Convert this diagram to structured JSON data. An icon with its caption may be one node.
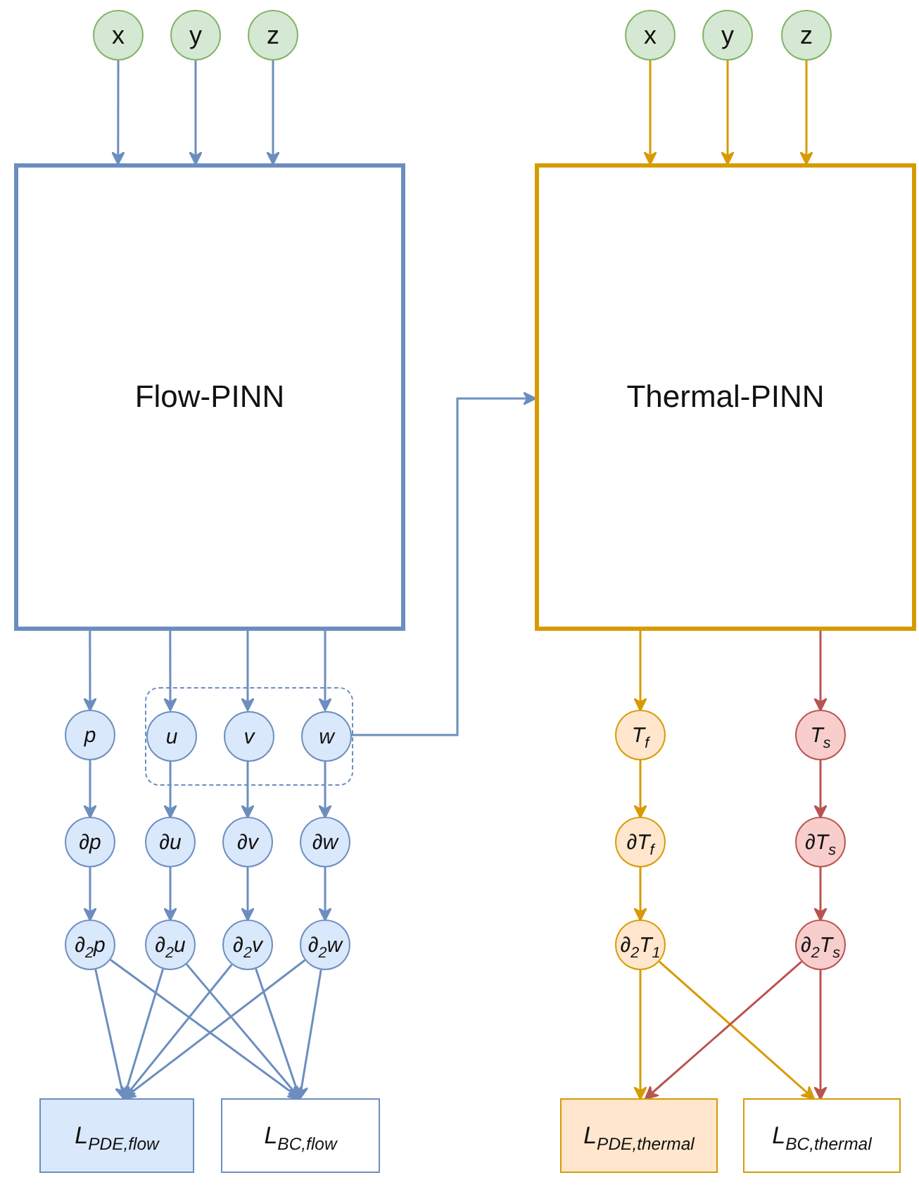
{
  "diagram": {
    "nodes": [
      {
        "text": [
          "x"
        ]
      },
      {
        "text": [
          "y"
        ]
      },
      {
        "text": [
          "z"
        ]
      },
      {
        "text": [
          "x"
        ]
      },
      {
        "text": [
          "y"
        ]
      },
      {
        "text": [
          "z"
        ]
      },
      {
        "text": [
          "Flow-PINN"
        ]
      },
      {
        "text": [
          "Thermal-PINN"
        ]
      },
      {
        "text": [
          "p"
        ]
      },
      {
        "text": [],
        "shape": "box"
      },
      {
        "text": [
          "u"
        ],
        "in": 9
      },
      {
        "text": [
          "v"
        ],
        "in": 9
      },
      {
        "text": [
          "w"
        ],
        "in": 9
      },
      {
        "text": [
          "T$_{f}$"
        ]
      },
      {
        "text": [
          "T$_{s}$"
        ]
      },
      {
        "text": [
          "∂p"
        ]
      },
      {
        "text": [
          "∂u"
        ]
      },
      {
        "text": [
          "∂v"
        ]
      },
      {
        "text": [
          "∂w"
        ]
      },
      {
        "text": [
          "∂T$_{f}$"
        ]
      },
      {
        "text": [
          "∂T$_{s}$"
        ]
      },
      {
        "text": [
          "∂$_{2}$p"
        ]
      },
      {
        "text": [
          "∂$_{2}$u"
        ]
      },
      {
        "text": [
          "∂$_{2}$v"
        ]
      },
      {
        "text": [
          "∂$_{2}$w"
        ]
      },
      {
        "text": [
          "∂$_{2}$T$_{1}$"
        ]
      },
      {
        "text": [
          "∂$_{2}$T$_{s}$"
        ]
      },
      {
        "text": [
          "L$_{PDE,flow}$"
        ]
      },
      {
        "text": [
          "L$_{BC,flow}$"
        ]
      },
      {
        "text": [
          "L$_{PDE,thermal}$"
        ]
      },
      {
        "text": [
          "L$_{BC,thermal}$"
        ]
      }
    ],
    "edges": [
      {
        "from": 0,
        "to": 6,
        "arrow": "to"
      },
      {
        "from": 1,
        "to": 6,
        "arrow": "to"
      },
      {
        "from": 2,
        "to": 6,
        "arrow": "to"
      },
      {
        "from": 3,
        "to": 7,
        "arrow": "to",
        "color": "#d79b00"
      },
      {
        "from": 4,
        "to": 7,
        "arrow": "to",
        "color": "#d79b00"
      },
      {
        "from": 5,
        "to": 7,
        "arrow": "to",
        "color": "#d79b00"
      },
      {
        "from": 6,
        "to": 8,
        "arrow": "to"
      },
      {
        "from": 6,
        "to": 10,
        "arrow": "to"
      },
      {
        "from": 6,
        "to": 11,
        "arrow": "to"
      },
      {
        "from": 6,
        "to": 12,
        "arrow": "to"
      },
      {
        "from": 12,
        "to": 7,
        "arrow": "to"
      },
      {
        "from": 7,
        "to": 13,
        "arrow": "to",
        "color": "#d79b00"
      },
      {
        "from": 7,
        "to": 14,
        "arrow": "to",
        "color": "#b85450"
      },
      {
        "from": 8,
        "to": 15,
        "arrow": "to"
      },
      {
        "from": 10,
        "to": 16,
        "arrow": "to"
      },
      {
        "from": 11,
        "to": 17,
        "arrow": "to"
      },
      {
        "from": 12,
        "to": 18,
        "arrow": "to"
      },
      {
        "from": 13,
        "to": 19,
        "arrow": "to",
        "color": "#d79b00"
      },
      {
        "from": 14,
        "to": 20,
        "arrow": "to",
        "color": "#b85450"
      },
      {
        "from": 15,
        "to": 21,
        "arrow": "to"
      },
      {
        "from": 16,
        "to": 22,
        "arrow": "to"
      },
      {
        "from": 17,
        "to": 23,
        "arrow": "to"
      },
      {
        "from": 18,
        "to": 24,
        "arrow": "to"
      },
      {
        "from": 19,
        "to": 25,
        "arrow": "to",
        "color": "#d79b00"
      },
      {
        "from": 20,
        "to": 26,
        "arrow": "to",
        "color": "#b85450"
      },
      {
        "from": 21,
        "to": 27,
        "arrow": "to"
      },
      {
        "from": 21,
        "to": 28,
        "arrow": "to"
      },
      {
        "from": 22,
        "to": 27,
        "arrow": "to"
      },
      {
        "from": 22,
        "to": 28,
        "arrow": "to"
      },
      {
        "from": 23,
        "to": 27,
        "arrow": "to"
      },
      {
        "from": 23,
        "to": 28,
        "arrow": "to"
      },
      {
        "from": 24,
        "to": 27,
        "arrow": "to"
      },
      {
        "from": 24,
        "to": 28,
        "arrow": "to"
      },
      {
        "from": 25,
        "to": 29,
        "arrow": "to",
        "color": "#d79b00"
      },
      {
        "from": 25,
        "to": 30,
        "arrow": "to",
        "color": "#d79b00"
      },
      {
        "from": 26,
        "to": 29,
        "arrow": "to",
        "color": "#b85450"
      },
      {
        "from": 26,
        "to": 30,
        "arrow": "to",
        "color": "#b85450"
      }
    ]
  }
}
